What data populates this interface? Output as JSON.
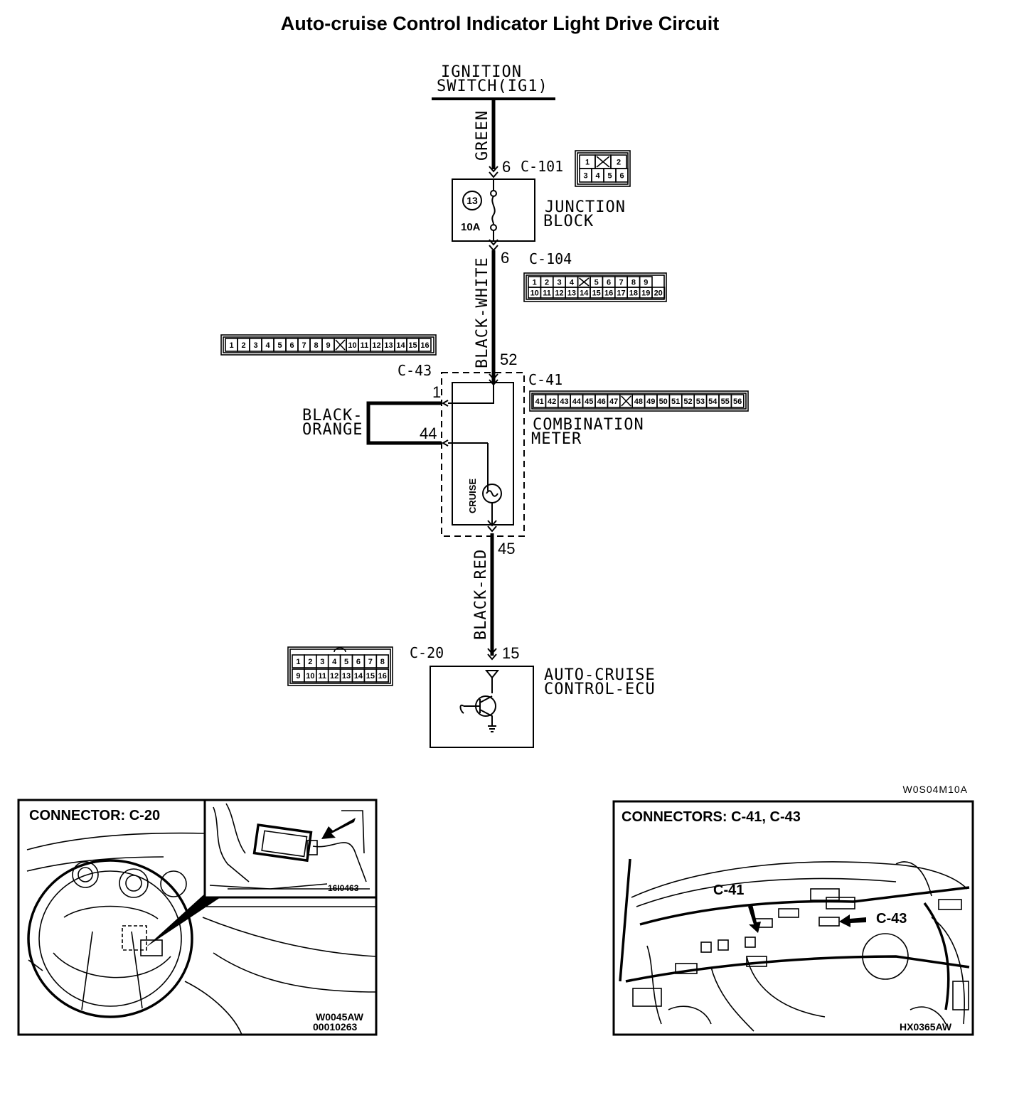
{
  "diagram": {
    "title": "Auto-cruise Control Indicator Light Drive Circuit",
    "figure_code": "W0S04M10A",
    "ignition": {
      "line1": "IGNITION",
      "line2": "SWITCH(IG1)"
    },
    "wires": {
      "green": "GREEN",
      "black_white": "BLACK-WHITE",
      "black_red": "BLACK-RED",
      "black_orange_1": "BLACK-",
      "black_orange_2": "ORANGE"
    },
    "junction_block": {
      "line1": "JUNCTION",
      "line2": "BLOCK",
      "fuse_number": "13",
      "fuse_rating": "10A",
      "pin_in": "6",
      "connector_in": "C-101",
      "pin_out": "6",
      "connector_out": "C-104"
    },
    "combination_meter": {
      "line1": "COMBINATION",
      "line2": "METER",
      "connector": "C-41",
      "connector_alt": "C-43",
      "pin_52": "52",
      "pin_1": "1",
      "pin_44": "44",
      "pin_45": "45",
      "lamp_label": "CRUISE"
    },
    "ecu": {
      "line1": "AUTO-CRUISE",
      "line2": "CONTROL-ECU",
      "connector": "C-20",
      "pin": "15"
    },
    "connector_views": {
      "c101": {
        "row1": [
          "1",
          "",
          "2"
        ],
        "row2": [
          "3",
          "4",
          "5",
          "6"
        ]
      },
      "c104": {
        "row1": [
          "1",
          "2",
          "3",
          "4",
          "",
          "5",
          "6",
          "7",
          "8",
          "9"
        ],
        "row2": [
          "10",
          "11",
          "12",
          "13",
          "14",
          "15",
          "16",
          "17",
          "18",
          "19",
          "20"
        ]
      },
      "c43": [
        "1",
        "2",
        "3",
        "4",
        "5",
        "6",
        "7",
        "8",
        "9",
        "",
        "10",
        "11",
        "12",
        "13",
        "14",
        "15",
        "16"
      ],
      "c41": [
        "41",
        "42",
        "43",
        "44",
        "45",
        "46",
        "47",
        "",
        "48",
        "49",
        "50",
        "51",
        "52",
        "53",
        "54",
        "55",
        "56"
      ],
      "c20": {
        "row1": [
          "1",
          "2",
          "3",
          "4",
          "5",
          "6",
          "7",
          "8"
        ],
        "row2": [
          "9",
          "10",
          "11",
          "12",
          "13",
          "14",
          "15",
          "16"
        ]
      }
    }
  },
  "panels": {
    "left": {
      "title": "CONNECTOR: C-20",
      "inset_code": "16I0463",
      "code1": "W0045AW",
      "code2": "00010263"
    },
    "right": {
      "title": "CONNECTORS: C-41, C-43",
      "label_c41": "C-41",
      "label_c43": "C-43",
      "code": "HX0365AW"
    }
  }
}
